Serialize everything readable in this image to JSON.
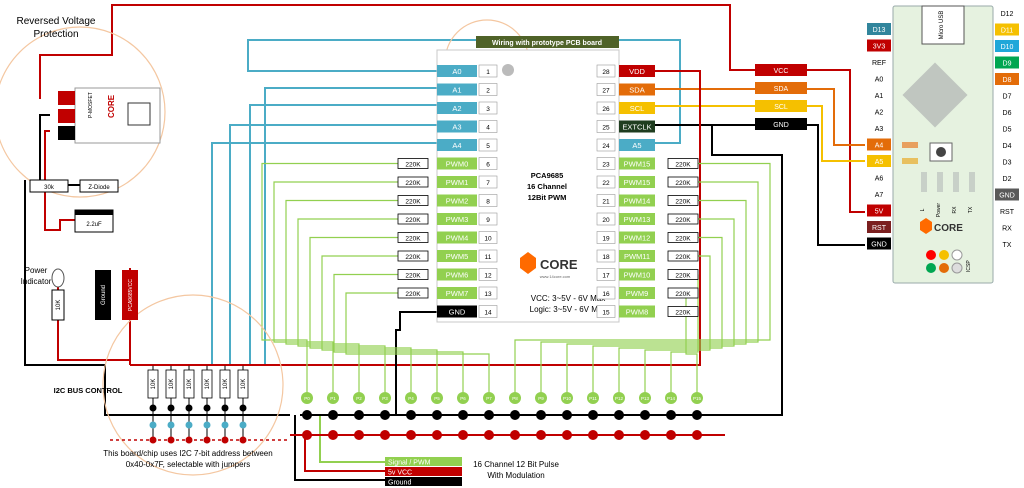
{
  "title": "Wiring with prototype PCB board",
  "protection": {
    "title_line1": "Reversed Voltage",
    "title_line2": "Protection",
    "mosfet_text": "P-MOSFET",
    "logo_text": "CORE",
    "resistor": "30k",
    "diode": "Z-Diode",
    "capacitor": "2.2uF"
  },
  "power_indicator": {
    "line1": "Power",
    "line2": "Indicator",
    "resistor": "10K"
  },
  "rails": {
    "ground": "Ground",
    "vcc": "PCA9685VCC"
  },
  "i2c": {
    "title": "I2C BUS CONTROL",
    "jumpers": [
      "10K",
      "10K",
      "10K",
      "10K",
      "10K",
      "10K"
    ],
    "note_line1": "This board/chip uses I2C 7-bit address between",
    "note_line2": "0x40-0x7F, selectable with jumpers"
  },
  "chip": {
    "name": "PCA9685",
    "line2": "16 Channel",
    "line3": "12Bit PWM",
    "vcc_note": "VCC: 3~5V - 6V Max",
    "logic_note": "Logic: 3~5V - 6V Max",
    "logo": "CORE",
    "site": "www.14core.com",
    "left_pins": [
      {
        "num": "1",
        "label": "A0"
      },
      {
        "num": "2",
        "label": "A1"
      },
      {
        "num": "3",
        "label": "A2"
      },
      {
        "num": "4",
        "label": "A3"
      },
      {
        "num": "5",
        "label": "A4"
      },
      {
        "num": "6",
        "label": "PWM0"
      },
      {
        "num": "7",
        "label": "PWM1"
      },
      {
        "num": "8",
        "label": "PWM2"
      },
      {
        "num": "9",
        "label": "PWM3"
      },
      {
        "num": "10",
        "label": "PWM4"
      },
      {
        "num": "11",
        "label": "PWM5"
      },
      {
        "num": "12",
        "label": "PWM6"
      },
      {
        "num": "13",
        "label": "PWM7"
      },
      {
        "num": "14",
        "label": "GND"
      }
    ],
    "right_pins": [
      {
        "num": "28",
        "label": "VDD"
      },
      {
        "num": "27",
        "label": "SDA"
      },
      {
        "num": "26",
        "label": "SCL"
      },
      {
        "num": "25",
        "label": "EXTCLK"
      },
      {
        "num": "24",
        "label": "A5"
      },
      {
        "num": "23",
        "label": "PWM15"
      },
      {
        "num": "22",
        "label": "PWM15"
      },
      {
        "num": "21",
        "label": "PWM14"
      },
      {
        "num": "20",
        "label": "PWM13"
      },
      {
        "num": "19",
        "label": "PWM12"
      },
      {
        "num": "18",
        "label": "PWM11"
      },
      {
        "num": "17",
        "label": "PWM10"
      },
      {
        "num": "16",
        "label": "PWM9"
      },
      {
        "num": "15",
        "label": "PWM8"
      }
    ],
    "resistor": "220K"
  },
  "connectors": [
    "VCC",
    "SDA",
    "SCL",
    "GND"
  ],
  "arduino": {
    "usb": "Micro USB",
    "logo": "CORE",
    "left_labels": [
      "D13",
      "3V3",
      "REF",
      "A0",
      "A1",
      "A2",
      "A3",
      "A4",
      "A5",
      "A6",
      "A7",
      "5V",
      "RST",
      "GND"
    ],
    "right_labels": [
      "D12",
      "D11",
      "D10",
      "D9",
      "D8",
      "D7",
      "D6",
      "D5",
      "D4",
      "D3",
      "D2",
      "GND",
      "RST",
      "RX",
      "TX"
    ],
    "leds": [
      "L",
      "Power",
      "RX",
      "TX"
    ],
    "icsp": "ICSP"
  },
  "headers": [
    "P0",
    "P1",
    "P2",
    "P3",
    "P4",
    "P5",
    "P6",
    "P7",
    "P8",
    "P9",
    "P10",
    "P11",
    "P12",
    "P13",
    "P14",
    "P15"
  ],
  "legend": {
    "signal": "Signal / PWM",
    "vcc": "5v VCC",
    "ground": "Ground",
    "caption_line1": "16 Channel 12 Bit Pulse",
    "caption_line2": "With Modulation"
  },
  "colors": {
    "signal_green": "#92d050",
    "vcc_red": "#c00000",
    "teal": "#4bacc6",
    "sda_orange": "#e36c09",
    "scl_yellow": "#f5c000",
    "ground_black": "#000000",
    "title_green": "#4f6228",
    "arduino_green": "#e6f2e0"
  }
}
